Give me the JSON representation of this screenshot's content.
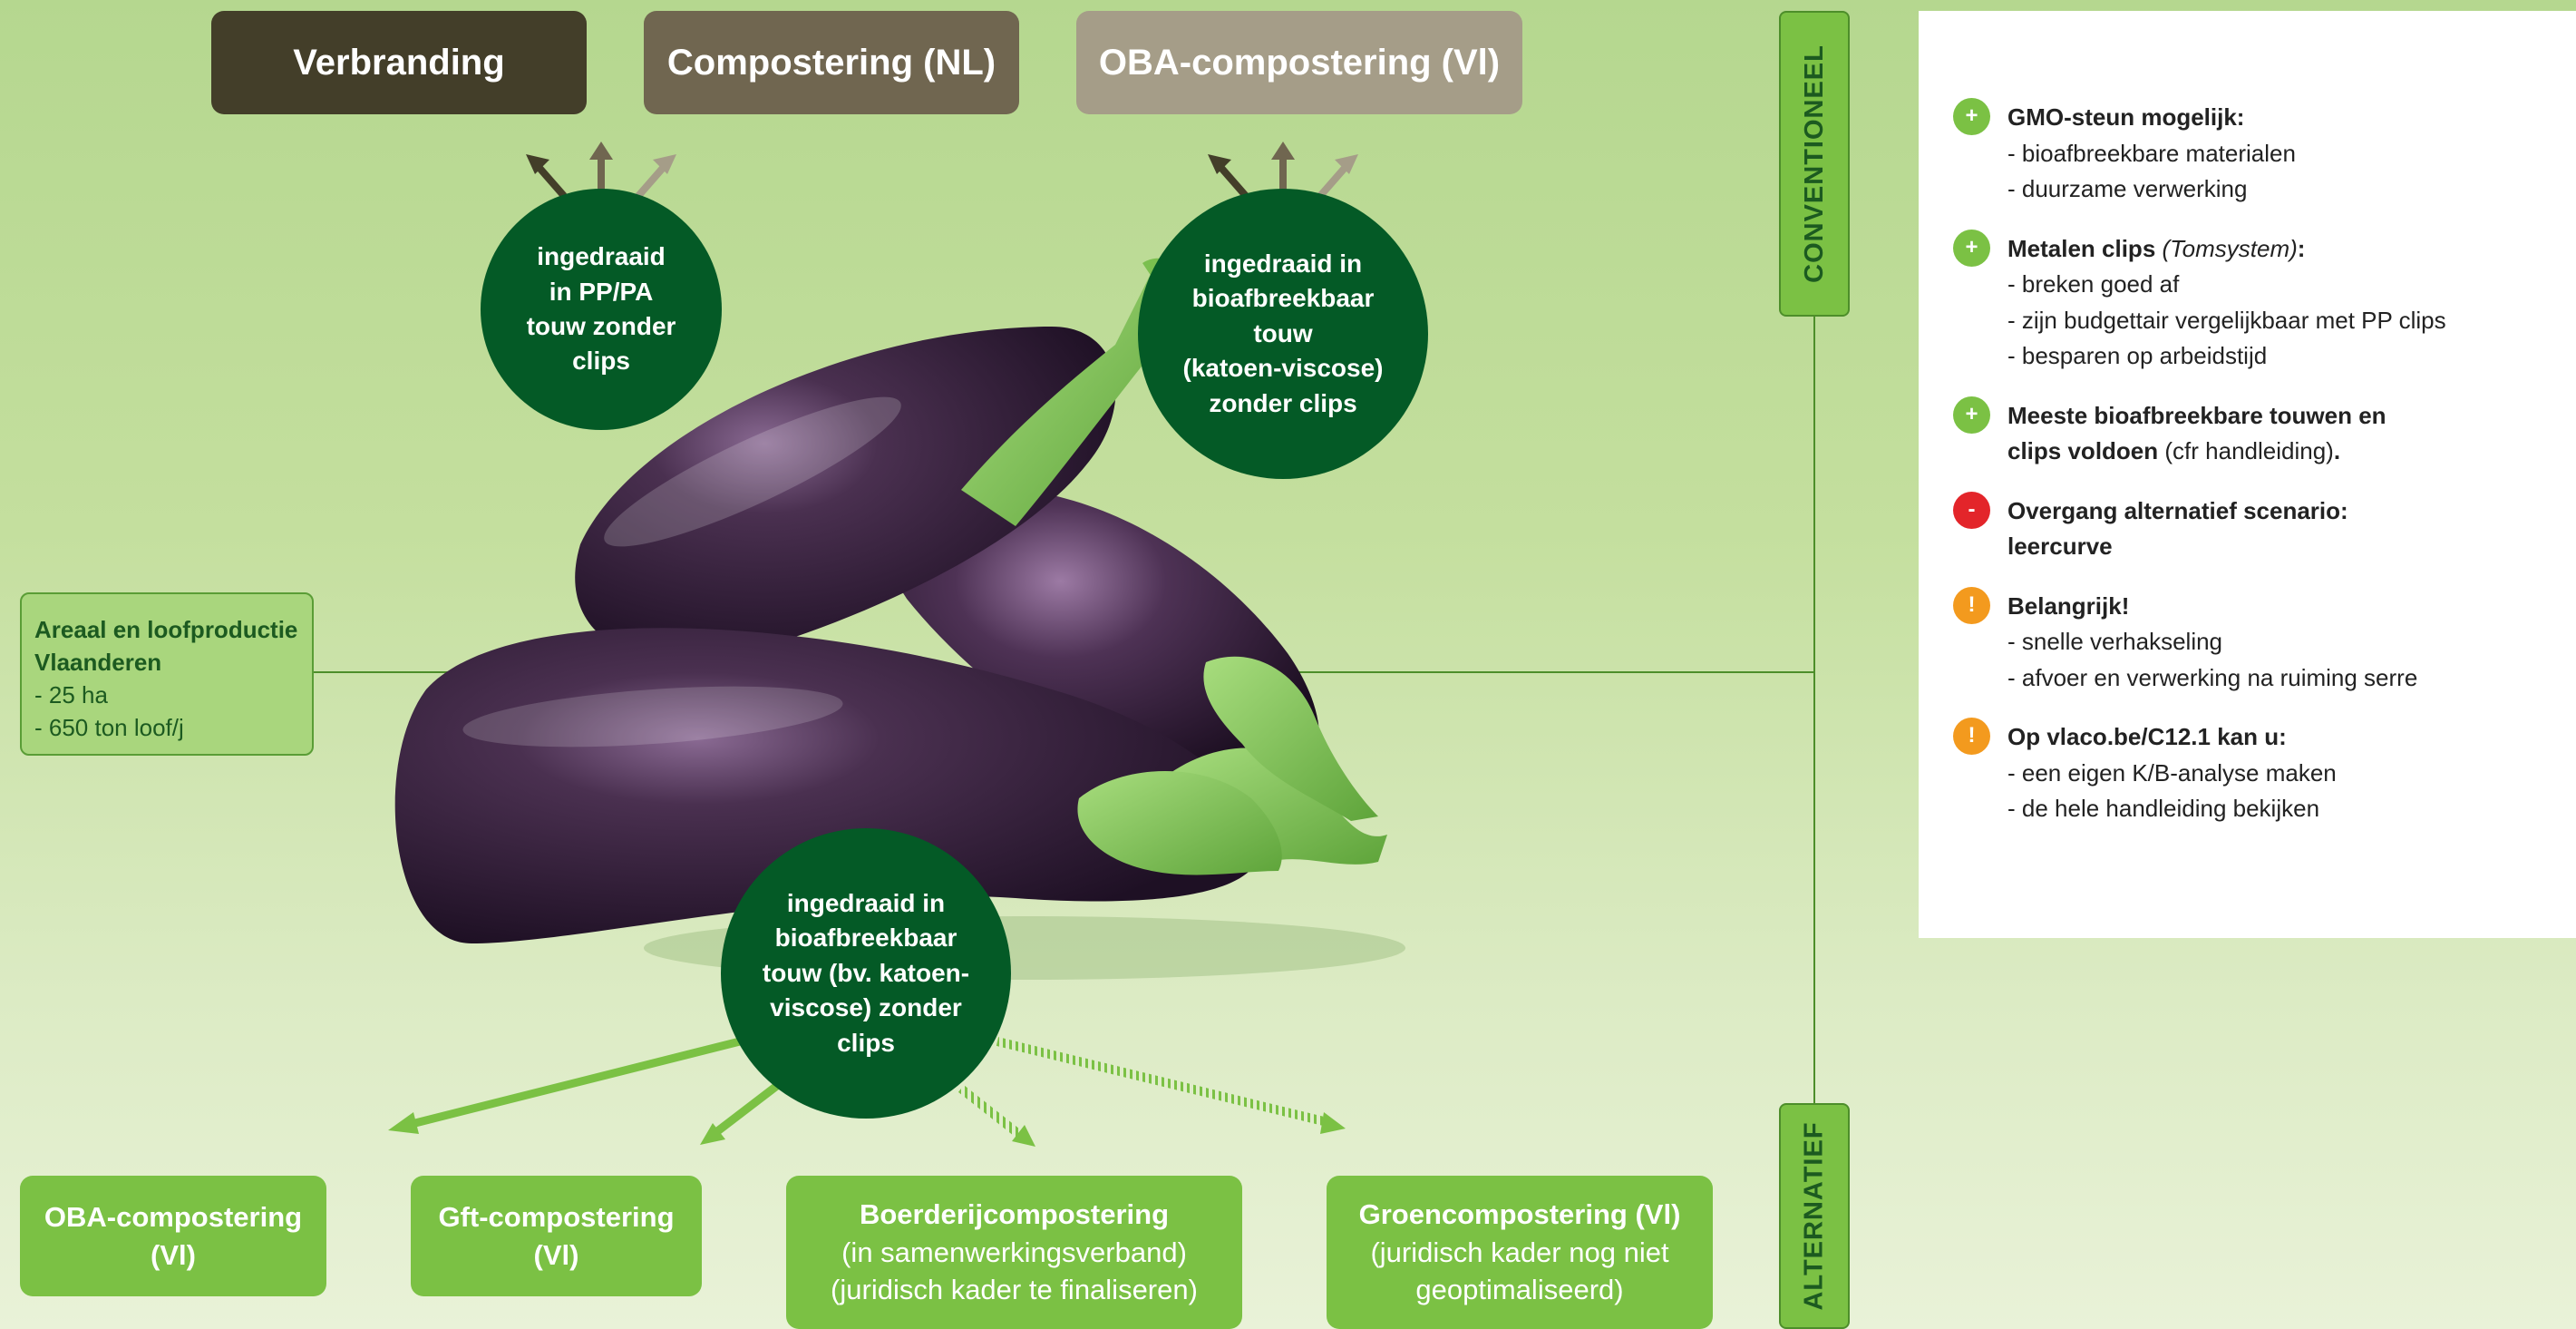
{
  "top_targets": [
    {
      "label": "Verbranding",
      "color": "#433e29"
    },
    {
      "label": "Compostering (NL)",
      "color": "#706650"
    },
    {
      "label": "OBA-compostering (Vl)",
      "color": "#a59d88"
    }
  ],
  "axis_labels": {
    "top": "CONVENTIONEEL",
    "bottom": "ALTERNATIEF"
  },
  "scenarios": {
    "conventional_pp": "ingedraaid\nin PP/PA\ntouw zonder\nclips",
    "conventional_bio": "ingedraaid in\nbioafbreekbaar\ntouw\n(katoen-viscose)\nzonder clips",
    "alternative": "ingedraaid in\nbioafbreekbaar\ntouw (bv. katoen-\nviscose) zonder\nclips"
  },
  "areaal": {
    "title_line1": "Areaal en loofproductie",
    "title_line2": "Vlaanderen",
    "items": [
      "- 25 ha",
      "- 650 ton loof/j"
    ]
  },
  "bottom_targets": [
    {
      "title": "OBA-compostering",
      "sub": "(Vl)"
    },
    {
      "title": "Gft-compostering",
      "sub": "(Vl)"
    },
    {
      "title": "Boerderijcompostering",
      "sub1": "(in samenwerkingsverband)",
      "sub2": "(juridisch kader te finaliseren)"
    },
    {
      "title": "Groencompostering (Vl)",
      "sub1": "(juridisch kader nog niet",
      "sub2": "geoptimaliseerd)"
    }
  ],
  "panel": {
    "items": [
      {
        "type": "plus",
        "icon": "+",
        "title": "GMO-steun mogelijk:",
        "lines": [
          "- bioafbreekbare materialen",
          "- duurzame verwerking"
        ]
      },
      {
        "type": "plus",
        "icon": "+",
        "title_bold": "Metalen clips ",
        "title_italic": "(Tomsystem)",
        "title_end": ":",
        "lines": [
          "- breken goed af",
          "- zijn budgettair vergelijkbaar met PP clips",
          "- besparen op arbeidstijd"
        ]
      },
      {
        "type": "plus",
        "icon": "+",
        "title": "Meeste bioafbreekbare touwen en",
        "title2_bold": "clips voldoen",
        "title2_rest": " (cfr handleiding)",
        "title2_end": "."
      },
      {
        "type": "minus",
        "icon": "-",
        "title": "Overgang alternatief scenario:",
        "title2": "leercurve"
      },
      {
        "type": "warn",
        "icon": "!",
        "title": "Belangrijk!",
        "lines": [
          "- snelle verhakseling",
          "- afvoer en verwerking na ruiming serre"
        ]
      },
      {
        "type": "warn",
        "icon": "!",
        "title": "Op vlaco.be/C12.1 kan u:",
        "lines": [
          "- een eigen K/B-analyse maken",
          "- de hele handleiding bekijken"
        ]
      }
    ]
  },
  "colors": {
    "dark_green": "#045a26",
    "light_green": "#7bc144",
    "red": "#e3252a",
    "orange": "#f39a1e"
  }
}
